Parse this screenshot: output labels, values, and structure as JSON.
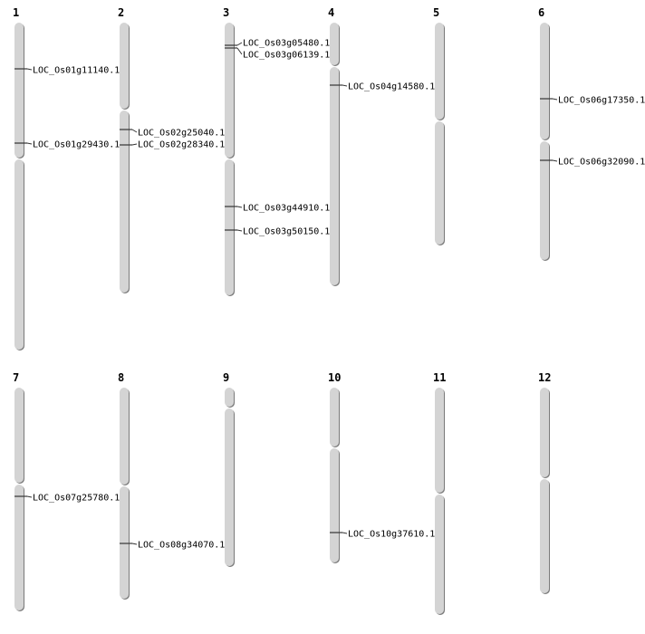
{
  "colors": {
    "chromosome_fill": "#d4d4d4",
    "chromosome_edge": "#8a8a8a",
    "marker": "#333333"
  },
  "chromosomes": [
    {
      "name": "1",
      "genes": [
        "LOC_Os01g11140.1",
        "LOC_Os01g29430.1"
      ]
    },
    {
      "name": "2",
      "genes": [
        "LOC_Os02g25040.1",
        "LOC_Os02g28340.1"
      ]
    },
    {
      "name": "3",
      "genes": [
        "LOC_Os03g05480.1",
        "LOC_Os03g06139.1",
        "LOC_Os03g44910.1",
        "LOC_Os03g50150.1"
      ]
    },
    {
      "name": "4",
      "genes": [
        "LOC_Os04g14580.1"
      ]
    },
    {
      "name": "5",
      "genes": []
    },
    {
      "name": "6",
      "genes": [
        "LOC_Os06g17350.1",
        "LOC_Os06g32090.1"
      ]
    },
    {
      "name": "7",
      "genes": [
        "LOC_Os07g25780.1"
      ]
    },
    {
      "name": "8",
      "genes": [
        "LOC_Os08g34070.1"
      ]
    },
    {
      "name": "9",
      "genes": []
    },
    {
      "name": "10",
      "genes": [
        "LOC_Os10g37610.1"
      ]
    },
    {
      "name": "11",
      "genes": []
    },
    {
      "name": "12",
      "genes": []
    }
  ]
}
